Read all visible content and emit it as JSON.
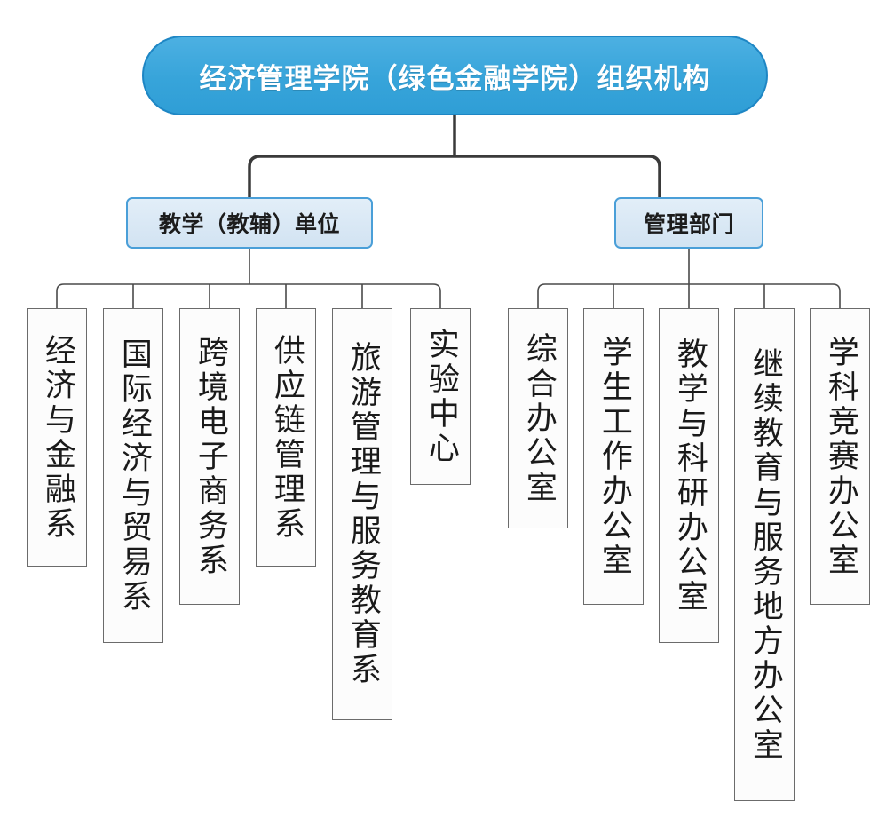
{
  "diagram": {
    "title": "经济管理学院（绿色金融学院）组织机构",
    "root": {
      "label": "经济管理学院（绿色金融学院）组织机构",
      "fill_color": "#37a4da",
      "border_color": "#1e86c4",
      "text_color": "#ffffff"
    },
    "branches": [
      {
        "id": "teaching",
        "label": "教学（教辅）单位",
        "fill_color": "#d9e8f6",
        "border_color": "#4a9fd8",
        "children": [
          {
            "label": "经济与金融系",
            "chars": 6
          },
          {
            "label": "国际经济与贸易系",
            "chars": 8
          },
          {
            "label": "跨境电子商务系",
            "chars": 7
          },
          {
            "label": "供应链管理系",
            "chars": 6
          },
          {
            "label": "旅游管理与服务教育系",
            "chars": 10
          },
          {
            "label": "实验中心",
            "chars": 4
          }
        ]
      },
      {
        "id": "admin",
        "label": "管理部门",
        "fill_color": "#d9e8f6",
        "border_color": "#4a9fd8",
        "children": [
          {
            "label": "综合办公室",
            "chars": 5
          },
          {
            "label": "学生工作办公室",
            "chars": 7
          },
          {
            "label": "教学与科研办公室",
            "chars": 8
          },
          {
            "label": "继续教育与服务地方办公室",
            "chars": 12
          },
          {
            "label": "学科竞赛办公室",
            "chars": 7
          }
        ]
      }
    ],
    "leaf_style": {
      "border_color": "#6b6b6b",
      "fill_color": "#fcfcfc",
      "text_color": "#1a1a1a"
    },
    "connector_color": "#3a3a3a",
    "background_color": "#ffffff"
  }
}
